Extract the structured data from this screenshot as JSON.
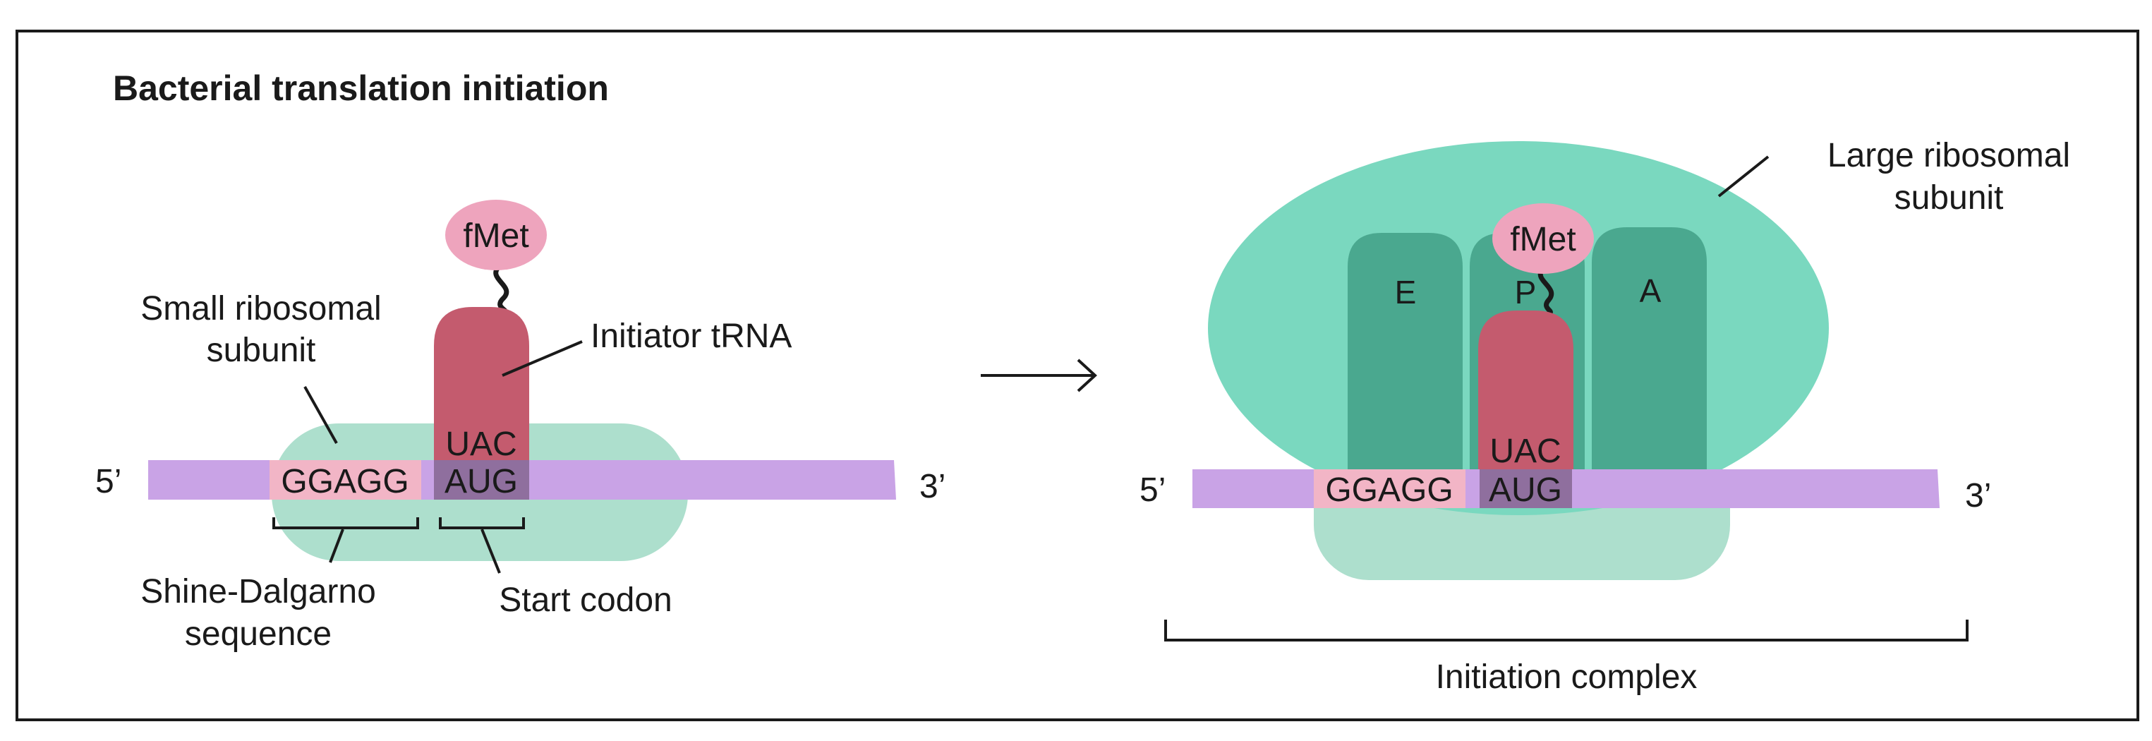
{
  "title": "Bacterial translation initiation",
  "left": {
    "mrna_5prime": "5’",
    "mrna_3prime": "3’",
    "shine_dalgarno_seq": "GGAGG",
    "start_codon_seq": "AUG",
    "anticodon": "UAC",
    "amino_acid": "fMet",
    "label_small_subunit_line1": "Small ribosomal",
    "label_small_subunit_line2": "subunit",
    "label_trna": "Initiator tRNA",
    "label_sd_line1": "Shine-Dalgarno",
    "label_sd_line2": "sequence",
    "label_start_codon": "Start codon"
  },
  "right": {
    "mrna_5prime": "5’",
    "mrna_3prime": "3’",
    "shine_dalgarno_seq": "GGAGG",
    "start_codon_seq": "AUG",
    "anticodon": "UAC",
    "amino_acid": "fMet",
    "site_e": "E",
    "site_p": "P",
    "site_a": "A",
    "label_large_subunit_line1": "Large ribosomal",
    "label_large_subunit_line2": "subunit",
    "label_complex": "Initiation complex"
  },
  "colors": {
    "mrna": "#c9a3e6",
    "shine_dalgarno": "#f2b5c6",
    "start_codon": "#8f6f9e",
    "small_subunit": "#addfcd",
    "large_subunit": "#7ad8bf",
    "ribosome_site": "#4aa88f",
    "trna": "#c45b6e",
    "fmet": "#eea4bd",
    "line": "#1a1a1a"
  }
}
